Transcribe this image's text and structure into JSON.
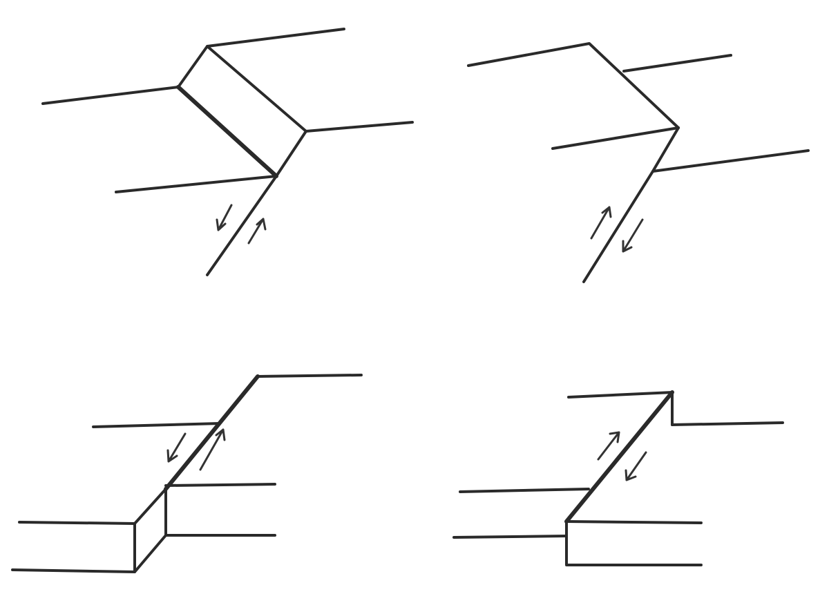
{
  "diagram": {
    "panels": [
      {
        "id": "top-left",
        "motion": [
          "down",
          "up"
        ]
      },
      {
        "id": "top-right",
        "motion": [
          "up",
          "down"
        ]
      },
      {
        "id": "bottom-left",
        "motion": [
          "down",
          "up"
        ]
      },
      {
        "id": "bottom-right",
        "motion": [
          "up",
          "down"
        ]
      }
    ],
    "colors": {
      "ink": "#2a2a2a",
      "background": "#ffffff"
    }
  }
}
